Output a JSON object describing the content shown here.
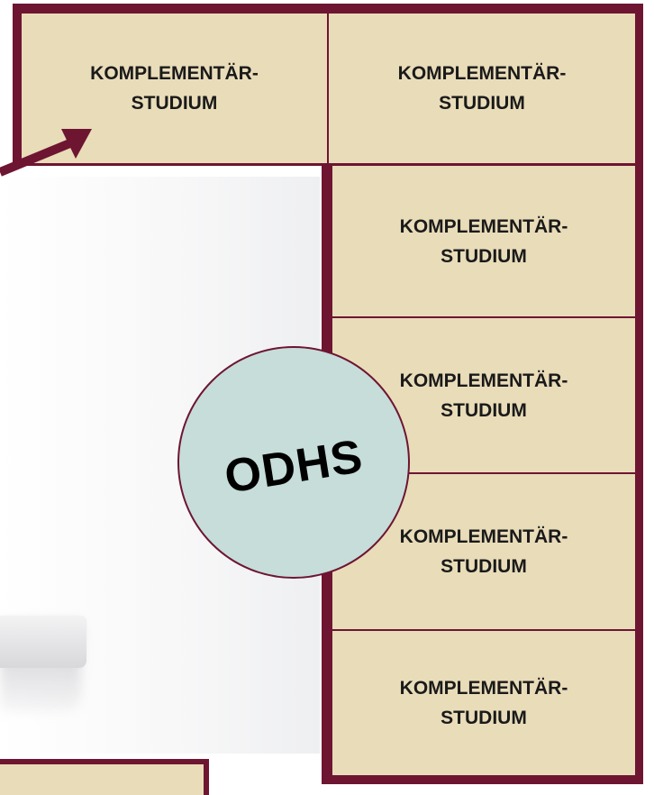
{
  "colors": {
    "frame": "#6e1532",
    "cell_fill": "#e9dcb9",
    "circle_fill": "#c6ddda"
  },
  "cells": [
    {
      "line1": "KOMPLEMENTÄR-",
      "line2": "STUDIUM"
    },
    {
      "line1": "KOMPLEMENTÄR-",
      "line2": "STUDIUM"
    },
    {
      "line1": "KOMPLEMENTÄR-",
      "line2": "STUDIUM"
    },
    {
      "line1": "KOMPLEMENTÄR-",
      "line2": "STUDIUM"
    },
    {
      "line1": "KOMPLEMENTÄR-",
      "line2": "STUDIUM"
    },
    {
      "line1": "KOMPLEMENTÄR-",
      "line2": "STUDIUM"
    }
  ],
  "circle": {
    "label": "ODHS"
  }
}
